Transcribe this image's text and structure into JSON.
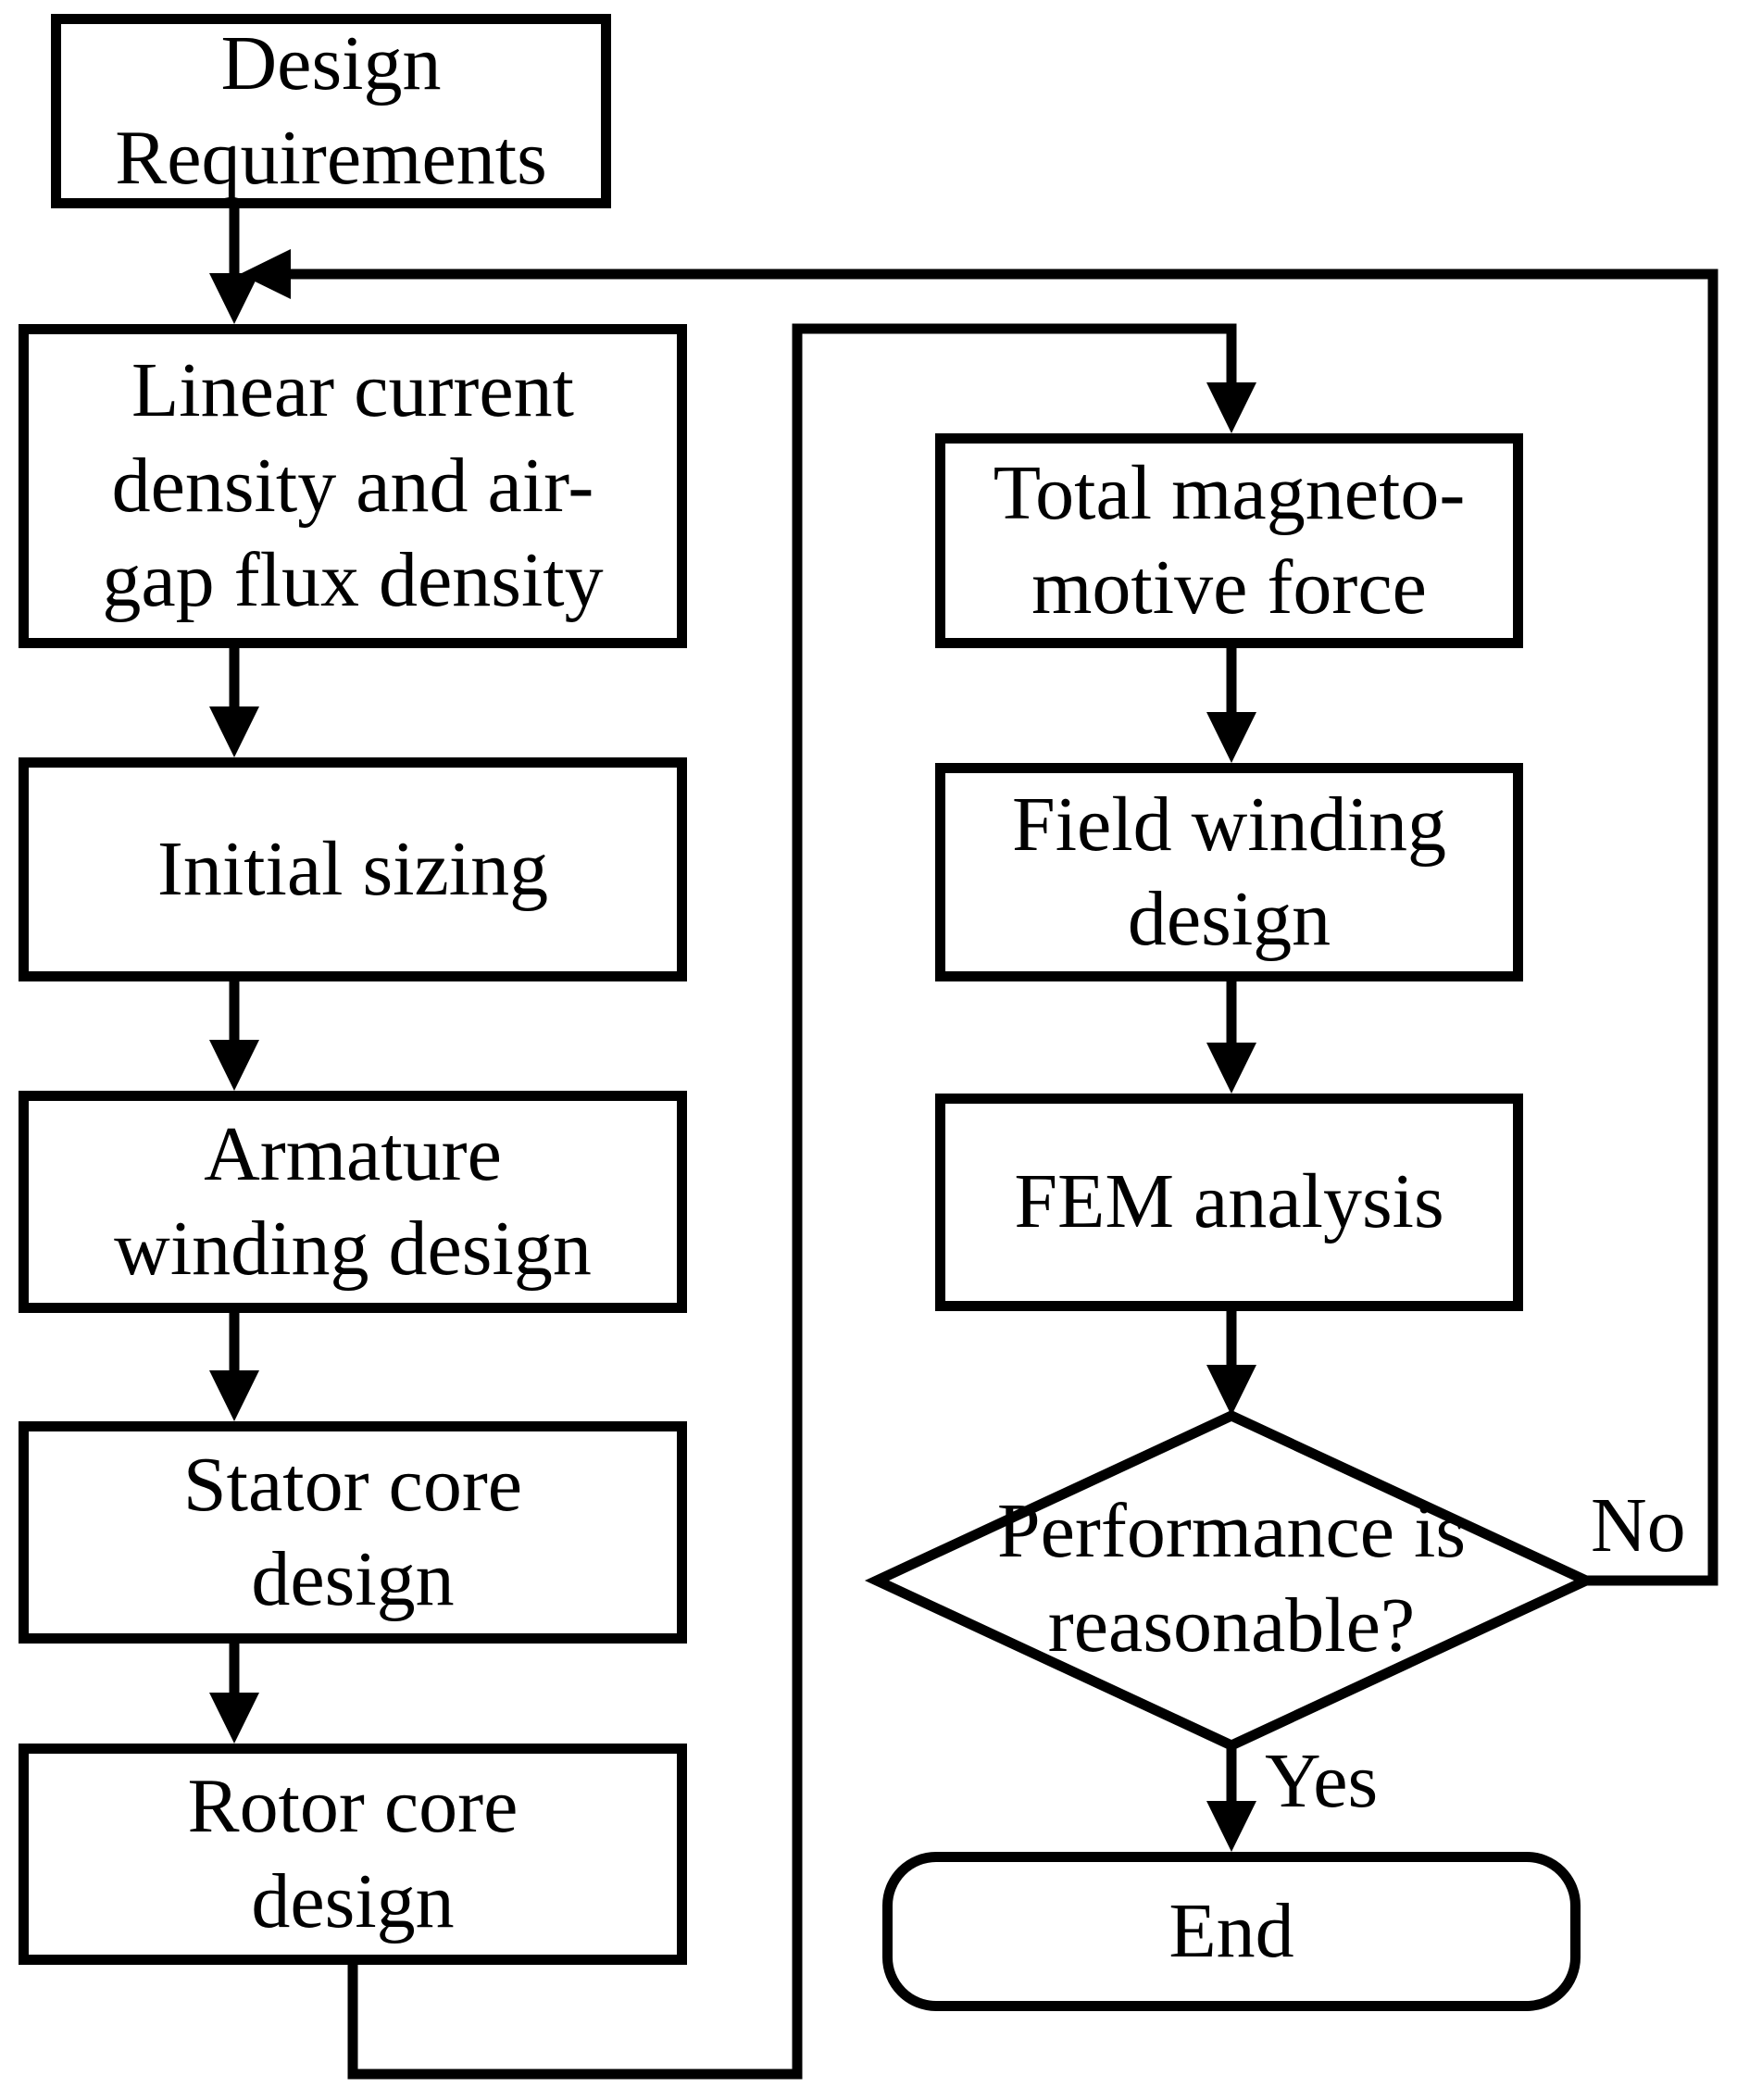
{
  "flowchart": {
    "colors": {
      "line": "#000000",
      "node_fill": "#ffffff",
      "background": "#ffffff",
      "text": "#000000"
    },
    "nodes": {
      "design_requirements": "Design Requirements",
      "linear_current_density": "Linear current density and air-gap flux density",
      "initial_sizing": "Initial sizing",
      "armature_winding_design": "Armature winding design",
      "stator_core_design": "Stator core design",
      "rotor_core_design": "Rotor core design",
      "total_mmf": "Total magneto-motive force",
      "field_winding_design": "Field winding design",
      "fem_analysis": "FEM analysis",
      "decision": "Performance is reasonable?",
      "end": "End"
    },
    "edges": {
      "no_label": "No",
      "yes_label": "Yes"
    }
  }
}
